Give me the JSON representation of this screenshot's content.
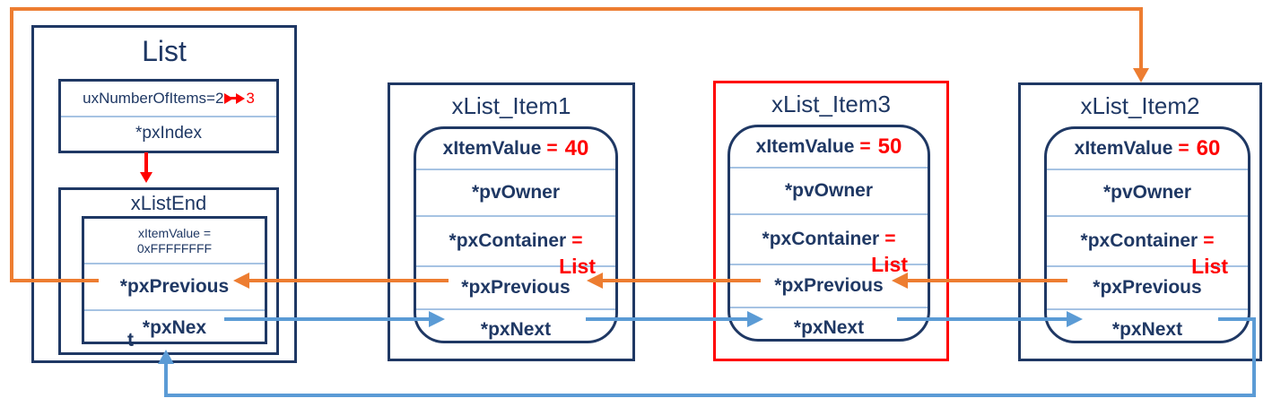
{
  "colors": {
    "navy": "#1f3864",
    "orange_arrow": "#ed7d31",
    "blue_arrow": "#5b9bd5",
    "red": "#ff0000",
    "divider": "#a6c3e3",
    "background": "#ffffff"
  },
  "list_box": {
    "title": "List",
    "fields": {
      "items_label": "uxNumberOfItems=2",
      "items_new_value": "3",
      "index_label": "*pxIndex"
    },
    "list_end": {
      "title": "xListEnd",
      "item_value_line1": "xItemValue =",
      "item_value_line2": "0xFFFFFFFF",
      "prev_label": "*pxPrevious",
      "next_label": "*pxNex",
      "next_overflow": "t"
    }
  },
  "items": [
    {
      "title": "xList_Item1",
      "value_label": "xItemValue",
      "value_eq": "=",
      "value": "40",
      "owner_label": "*pvOwner",
      "container_label": "*pxContainer",
      "container_eq": "=",
      "container_value": "List",
      "prev_label": "*pxPrevious",
      "next_label": "*pxNext",
      "border_color": "#1f3864"
    },
    {
      "title": "xList_Item3",
      "value_label": "xItemValue",
      "value_eq": "=",
      "value": "50",
      "owner_label": "*pvOwner",
      "container_label": "*pxContainer",
      "container_eq": "=",
      "container_value": "List",
      "prev_label": "*pxPrevious",
      "next_label": "*pxNext",
      "border_color": "#ff0000"
    },
    {
      "title": "xList_Item2",
      "value_label": "xItemValue",
      "value_eq": "=",
      "value": "60",
      "owner_label": "*pvOwner",
      "container_label": "*pxContainer",
      "container_eq": "=",
      "container_value": "List",
      "prev_label": "*pxPrevious",
      "next_label": "*pxNext",
      "border_color": "#1f3864"
    }
  ]
}
